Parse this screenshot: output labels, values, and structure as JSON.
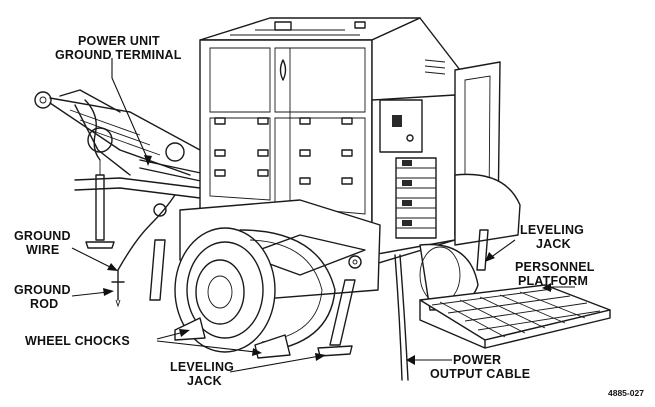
{
  "labels": {
    "power_unit_ground_terminal_1": "POWER UNIT",
    "power_unit_ground_terminal_2": "GROUND TERMINAL",
    "ground_wire_1": "GROUND",
    "ground_wire_2": "WIRE",
    "ground_rod_1": "GROUND",
    "ground_rod_2": "ROD",
    "wheel_chocks": "WHEEL CHOCKS",
    "leveling_jack_bottom_1": "LEVELING",
    "leveling_jack_bottom_2": "JACK",
    "power_output_cable_1": "POWER",
    "power_output_cable_2": "OUTPUT CABLE",
    "leveling_jack_right_1": "LEVELING",
    "leveling_jack_right_2": "JACK",
    "personnel_platform_1": "PERSONNEL",
    "personnel_platform_2": "PLATFORM"
  },
  "figure_id": "4885-027",
  "colors": {
    "ink": "#1a1a1a",
    "paper": "#ffffff"
  }
}
